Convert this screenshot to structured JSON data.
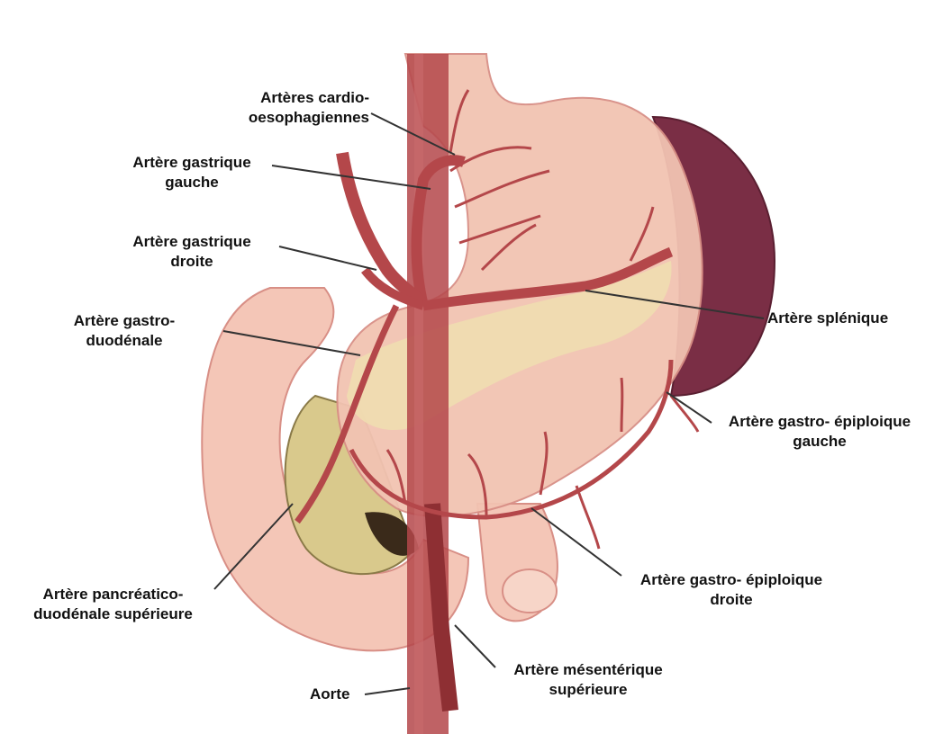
{
  "labels": {
    "cardio": [
      "Artères cardio-",
      "oesophagiennes"
    ],
    "gastrique_gauche": [
      "Artère gastrique",
      "gauche"
    ],
    "gastrique_droite": [
      "Artère gastrique",
      "droite"
    ],
    "gastro_duodenale": [
      "Artère gastro-",
      "duodénale"
    ],
    "splenique": [
      "Artère splénique"
    ],
    "gastro_epiploique_gauche": [
      "Artère gastro- épiploique",
      "gauche"
    ],
    "gastro_epiploique_droite": [
      "Artère gastro- épiploique",
      "droite"
    ],
    "pancreatico": [
      "Artère pancréatico-",
      "duodénale supérieure"
    ],
    "mesenterique": [
      "Artère mésentérique",
      "supérieure"
    ],
    "aorte": [
      "Aorte"
    ]
  },
  "colors": {
    "artery": "#b4474a",
    "artery_dark": "#8e2f33",
    "stomach": "#f2c3b2",
    "stomach_edge": "#d88f86",
    "pancreas": "#f0deb0",
    "spleen": "#7a2e45",
    "duodenum_inner": "#d9c98c",
    "leader": "#333333"
  }
}
